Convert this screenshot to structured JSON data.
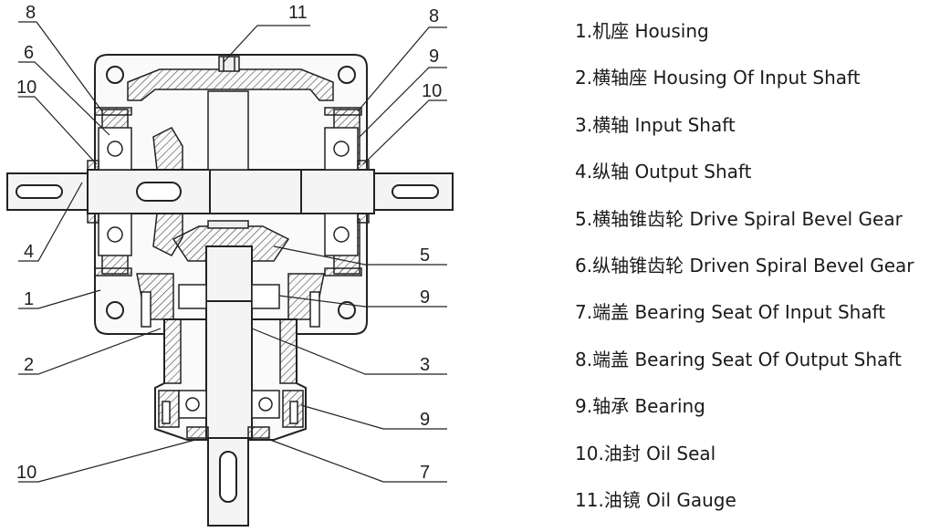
{
  "callouts": {
    "c11": "11",
    "c8_left": "8",
    "c6": "6",
    "c10_left": "10",
    "c4": "4",
    "c1": "1",
    "c2": "2",
    "c10_bottom": "10",
    "c8_right": "8",
    "c9_right": "9",
    "c10_right": "10",
    "c5": "5",
    "c9_mid": "9",
    "c3": "3",
    "c9_low": "9",
    "c7": "7"
  },
  "legend": [
    "1.机座 Housing",
    "2.横轴座 Housing Of Input Shaft",
    "3.横轴 Input Shaft",
    "4.纵轴 Output Shaft",
    "5.横轴锥齿轮 Drive Spiral Bevel Gear",
    "6.纵轴锥齿轮 Driven Spiral Bevel Gear",
    "7.端盖 Bearing Seat Of Input Shaft",
    "8.端盖 Bearing Seat Of Output Shaft",
    "9.轴承 Bearing",
    "10.油封 Oil Seal",
    "11.油镜 Oil Gauge"
  ]
}
